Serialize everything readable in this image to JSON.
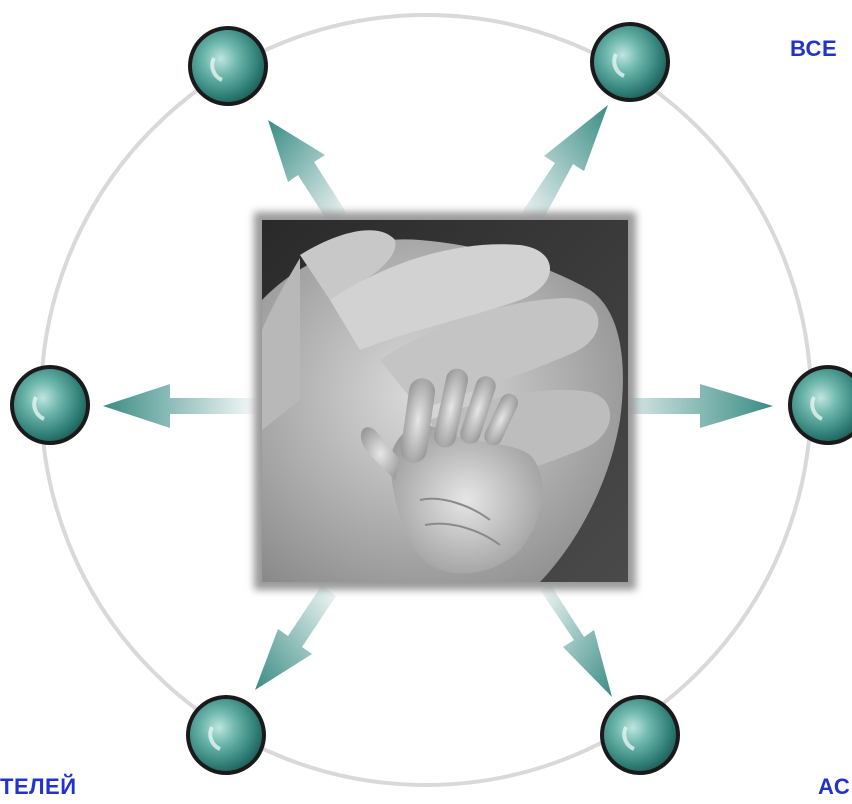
{
  "diagram": {
    "labels": {
      "top_right": "ВСЕ",
      "bottom_left": "ТЕЛЕЙ",
      "bottom_right": "АС"
    },
    "colors": {
      "ring": "#d9d9d9",
      "arrow": "#3a8c84",
      "node": "#3f9a90",
      "label": "#2233cc"
    },
    "center_image": "hands-photo",
    "node_count": 6
  }
}
